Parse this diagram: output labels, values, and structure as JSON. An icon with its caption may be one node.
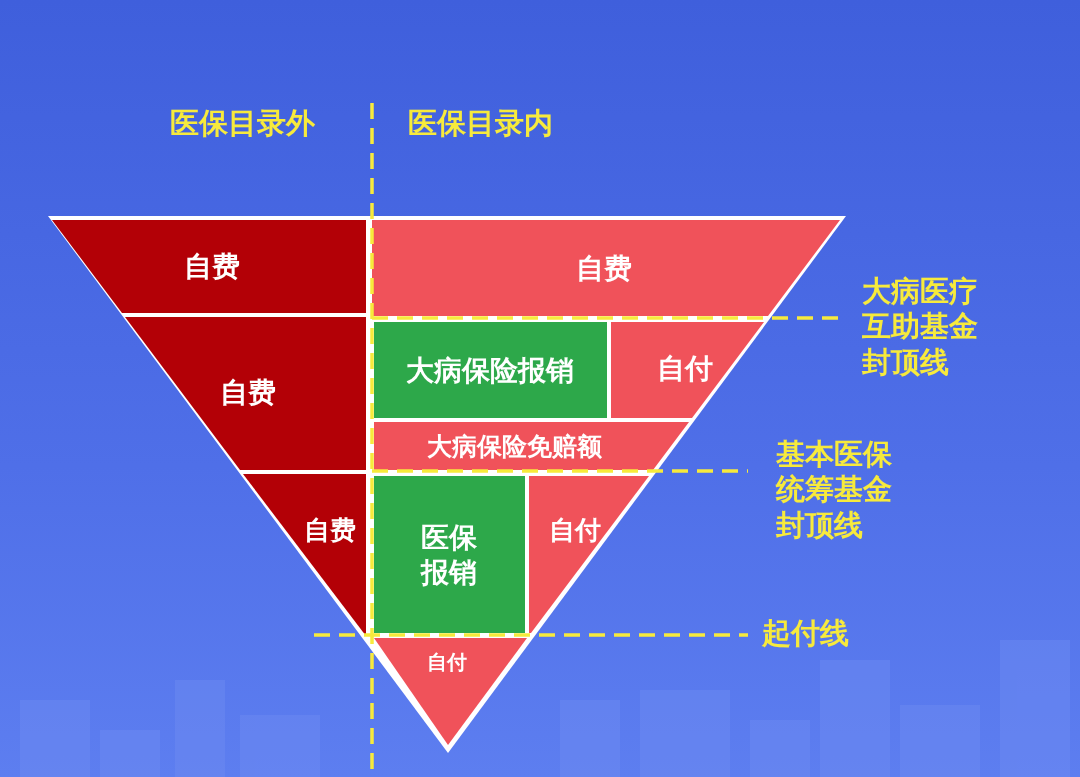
{
  "diagram": {
    "nodes": [
      {
        "text": [
          "自费"
        ]
      },
      {
        "text": [
          "自费"
        ]
      },
      {
        "text": [
          "自费"
        ]
      },
      {
        "text": [
          "大病保险报销"
        ]
      },
      {
        "text": [
          "自付"
        ]
      },
      {
        "text": [
          "大病保险免赔额"
        ]
      },
      {
        "text": [
          "自费"
        ]
      },
      {
        "text": [
          "医保报销"
        ]
      },
      {
        "text": [
          "自付"
        ]
      },
      {
        "text": [
          "自付"
        ]
      }
    ],
    "labels": [
      "医保目录外",
      "医保目录内",
      "大病医疗互助基金封顶线",
      "基本医保统筹基金封顶线",
      "起付线"
    ]
  }
}
